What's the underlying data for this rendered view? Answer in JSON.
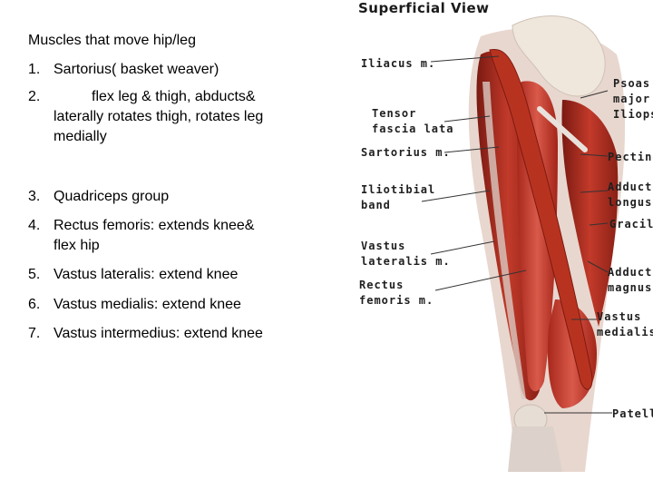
{
  "slide": {
    "title": "Muscles that move hip/leg",
    "items": [
      {
        "num": "1.",
        "text": "Sartorius( basket weaver)"
      },
      {
        "num": "2.",
        "text": "flex leg & thigh, abducts& laterally rotates thigh, rotates leg medially"
      },
      {
        "num": "3.",
        "text": "Quadriceps group"
      },
      {
        "num": "4.",
        "text": "Rectus femoris: extends knee& flex hip"
      },
      {
        "num": "5.",
        "text": "Vastus lateralis: extend knee"
      },
      {
        "num": "6.",
        "text": "Vastus medialis: extend knee"
      },
      {
        "num": "7.",
        "text": "Vastus intermedius: extend knee"
      }
    ]
  },
  "figure": {
    "title": "Superficial View",
    "left_labels": [
      {
        "text": "Iliacus m."
      },
      {
        "text": "Tensor\nfascia lata"
      },
      {
        "text": "Sartorius m."
      },
      {
        "text": "Iliotibial\nband"
      },
      {
        "text": "Vastus\nlateralis m."
      },
      {
        "text": "Rectus\nfemoris m."
      }
    ],
    "right_labels": [
      {
        "text": "Psoas\nmajor\nIliopsoas"
      },
      {
        "text": "Pectineus"
      },
      {
        "text": "Adductor\nlongus"
      },
      {
        "text": "Gracilis"
      },
      {
        "text": "Adductor\nmagnus"
      },
      {
        "text": "Vastus\nmedialis"
      },
      {
        "text": "Patella"
      }
    ]
  }
}
